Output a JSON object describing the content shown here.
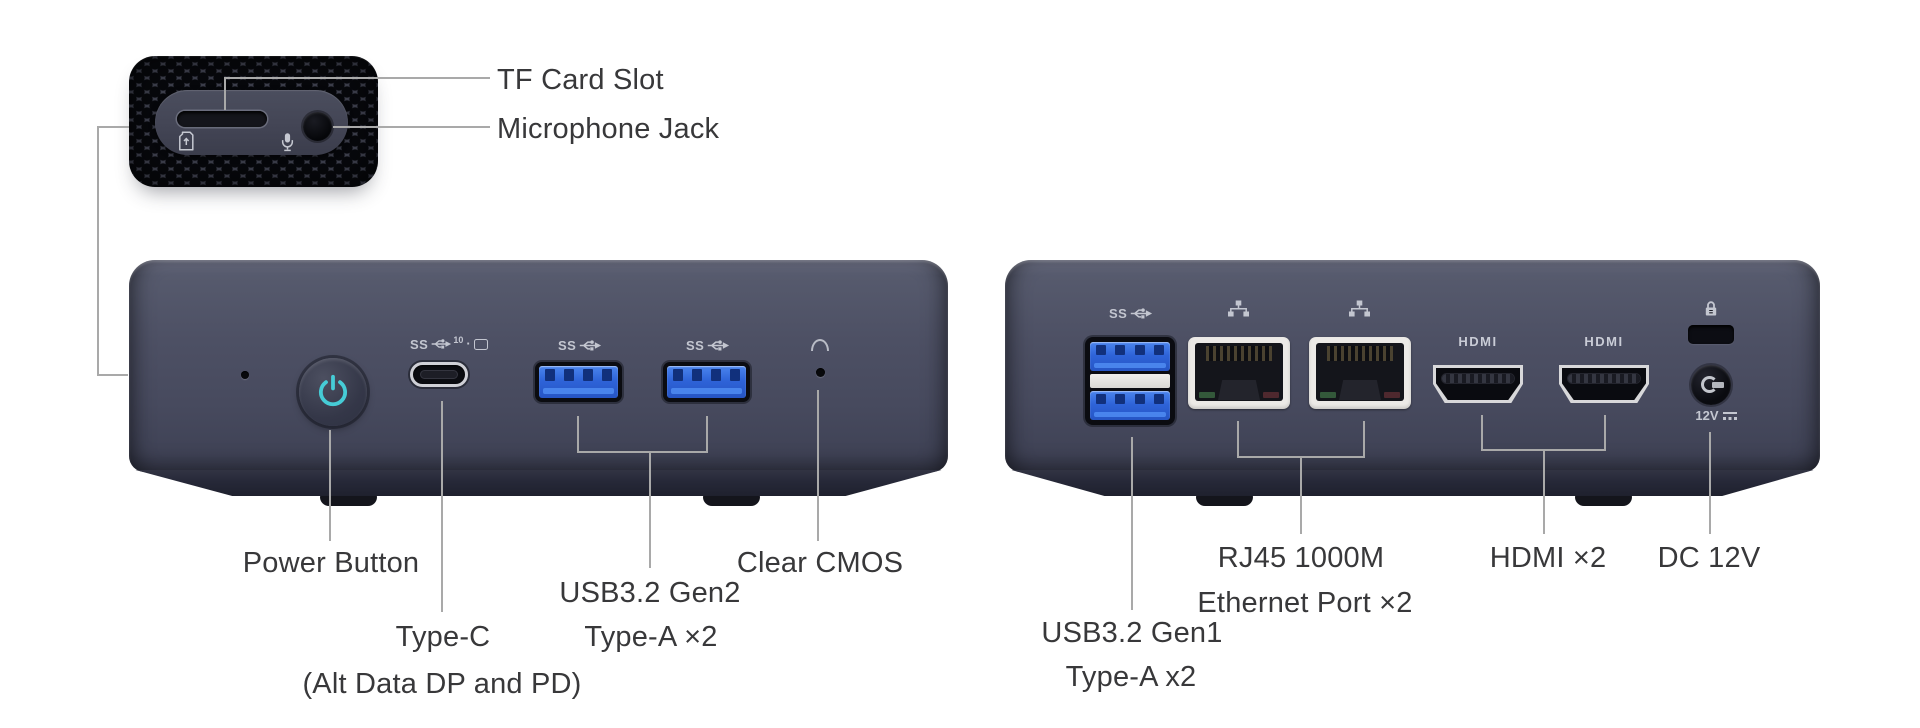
{
  "side_panel": {
    "labels": {
      "tf": "TF Card Slot",
      "mic": "Microphone Jack"
    }
  },
  "front_panel": {
    "port_icons": {
      "ss": "SS",
      "ss10": "SS",
      "ss10_sup": "10",
      "dot": "·"
    },
    "labels": {
      "power": "Power Button",
      "typec_1": "Type-C",
      "typec_2": "(Alt Data DP and PD)",
      "usb_1": "USB3.2 Gen2",
      "usb_2": "Type-A ×2",
      "cmos": "Clear CMOS"
    }
  },
  "back_panel": {
    "port_icons": {
      "ss": "SS"
    },
    "port_texts": {
      "hdmi": "HDMI",
      "dc_voltage": "12V"
    },
    "labels": {
      "usb_1": "USB3.2 Gen1",
      "usb_2": "Type-A x2",
      "rj45_1": "RJ45 1000M",
      "rj45_2": "Ethernet Port ×2",
      "hdmi": "HDMI ×2",
      "dc": "DC 12V"
    }
  },
  "colors": {
    "usb_blue": "#2e63d8",
    "power_teal": "#46ccd6",
    "chassis_gray": "#4a4d60",
    "label_text": "#38383a",
    "callout_line": "#a9a9a9",
    "rj45_bezel": "#eceae7"
  }
}
